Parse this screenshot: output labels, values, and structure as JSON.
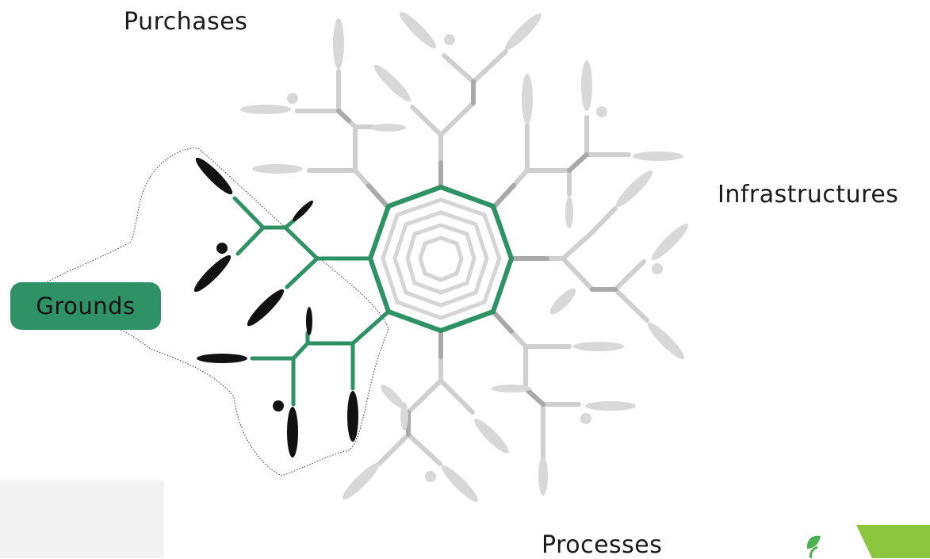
{
  "labels": {
    "purchases": "Purchases",
    "infrastructures": "Infrastructures",
    "processes": "Processes",
    "grounds": "Grounds"
  },
  "colors": {
    "accent": "#2e9266",
    "inactive_branch": "#c8c8c8",
    "inactive_trunk": "#a8a8a8",
    "inactive_leaf": "#d6d6d6",
    "active_leaf": "#111111",
    "logo_green": "#8cc63f"
  },
  "icons": {
    "logo": "leaf-logo-icon"
  }
}
